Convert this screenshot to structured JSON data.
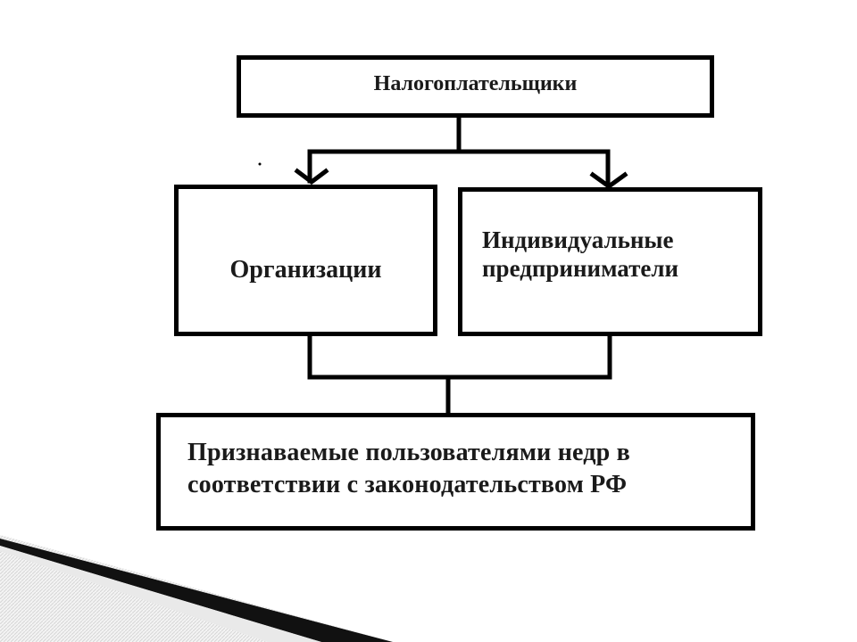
{
  "diagram": {
    "top_box": "Налогоплательщики",
    "left_box": "Организации",
    "right_box": [
      "Индивидуальные",
      "предприниматели"
    ],
    "bottom_box": [
      "Признаваемые пользователями недр в",
      "соответствии с законодательством РФ"
    ]
  }
}
